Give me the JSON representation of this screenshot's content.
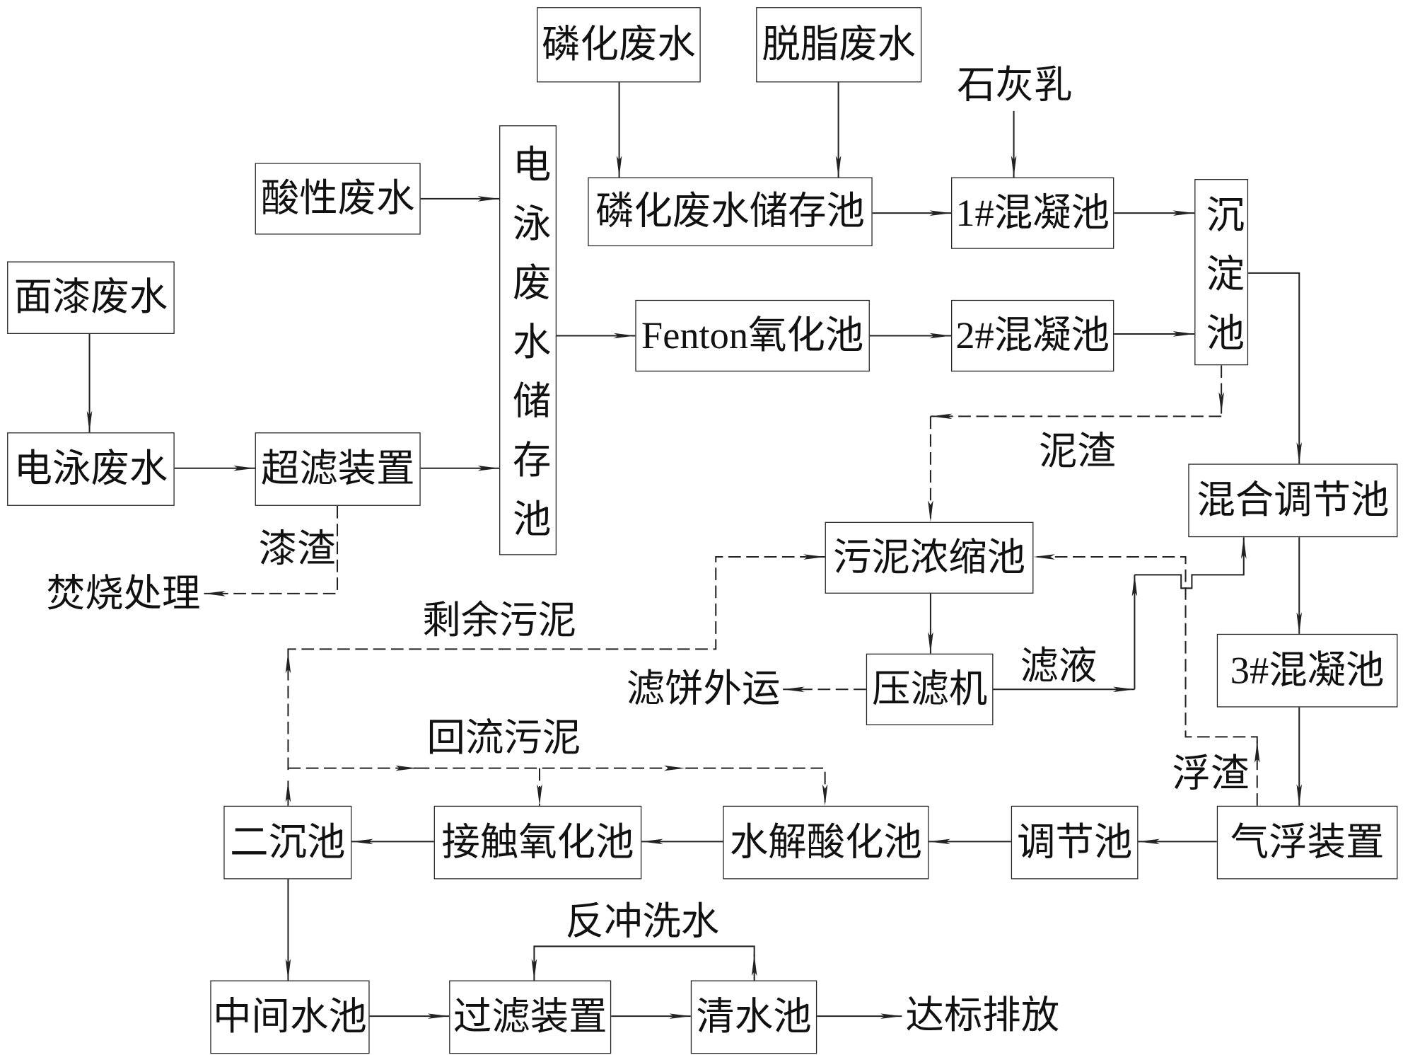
{
  "nodes": {
    "phosphating_wastewater": "磷化废水",
    "degreasing_wastewater": "脱脂废水",
    "acidic_wastewater": "酸性废水",
    "topcoat_wastewater": "面漆废水",
    "electrophoresis_wastewater": "电泳废水",
    "ultrafiltration_device": "超滤装置",
    "electrophoresis_storage_tank": "电泳废水储存池",
    "phosphating_storage_tank": "磷化废水储存池",
    "fenton_oxidation_tank": "Fenton氧化池",
    "coagulation_tank_1": "1#混凝池",
    "coagulation_tank_2": "2#混凝池",
    "sedimentation_tank": "沉淀池",
    "mixing_regulating_tank": "混合调节池",
    "coagulation_tank_3": "3#混凝池",
    "sludge_thickener": "污泥浓缩池",
    "filter_press": "压滤机",
    "air_flotation_device": "气浮装置",
    "regulating_tank": "调节池",
    "hydrolysis_acidification_tank": "水解酸化池",
    "contact_oxidation_tank": "接触氧化池",
    "secondary_clarifier": "二沉池",
    "intermediate_tank": "中间水池",
    "filtration_device": "过滤装置",
    "clean_water_tank": "清水池"
  },
  "labels": {
    "lime_milk": "石灰乳",
    "paint_residue": "漆渣",
    "incineration": "焚烧处理",
    "sludge_residue": "泥渣",
    "excess_sludge": "剩余污泥",
    "filtrate": "滤液",
    "filter_cake_out": "滤饼外运",
    "return_sludge": "回流污泥",
    "scum": "浮渣",
    "backwash_water": "反冲洗水",
    "discharge_up_to_standard": "达标排放"
  }
}
